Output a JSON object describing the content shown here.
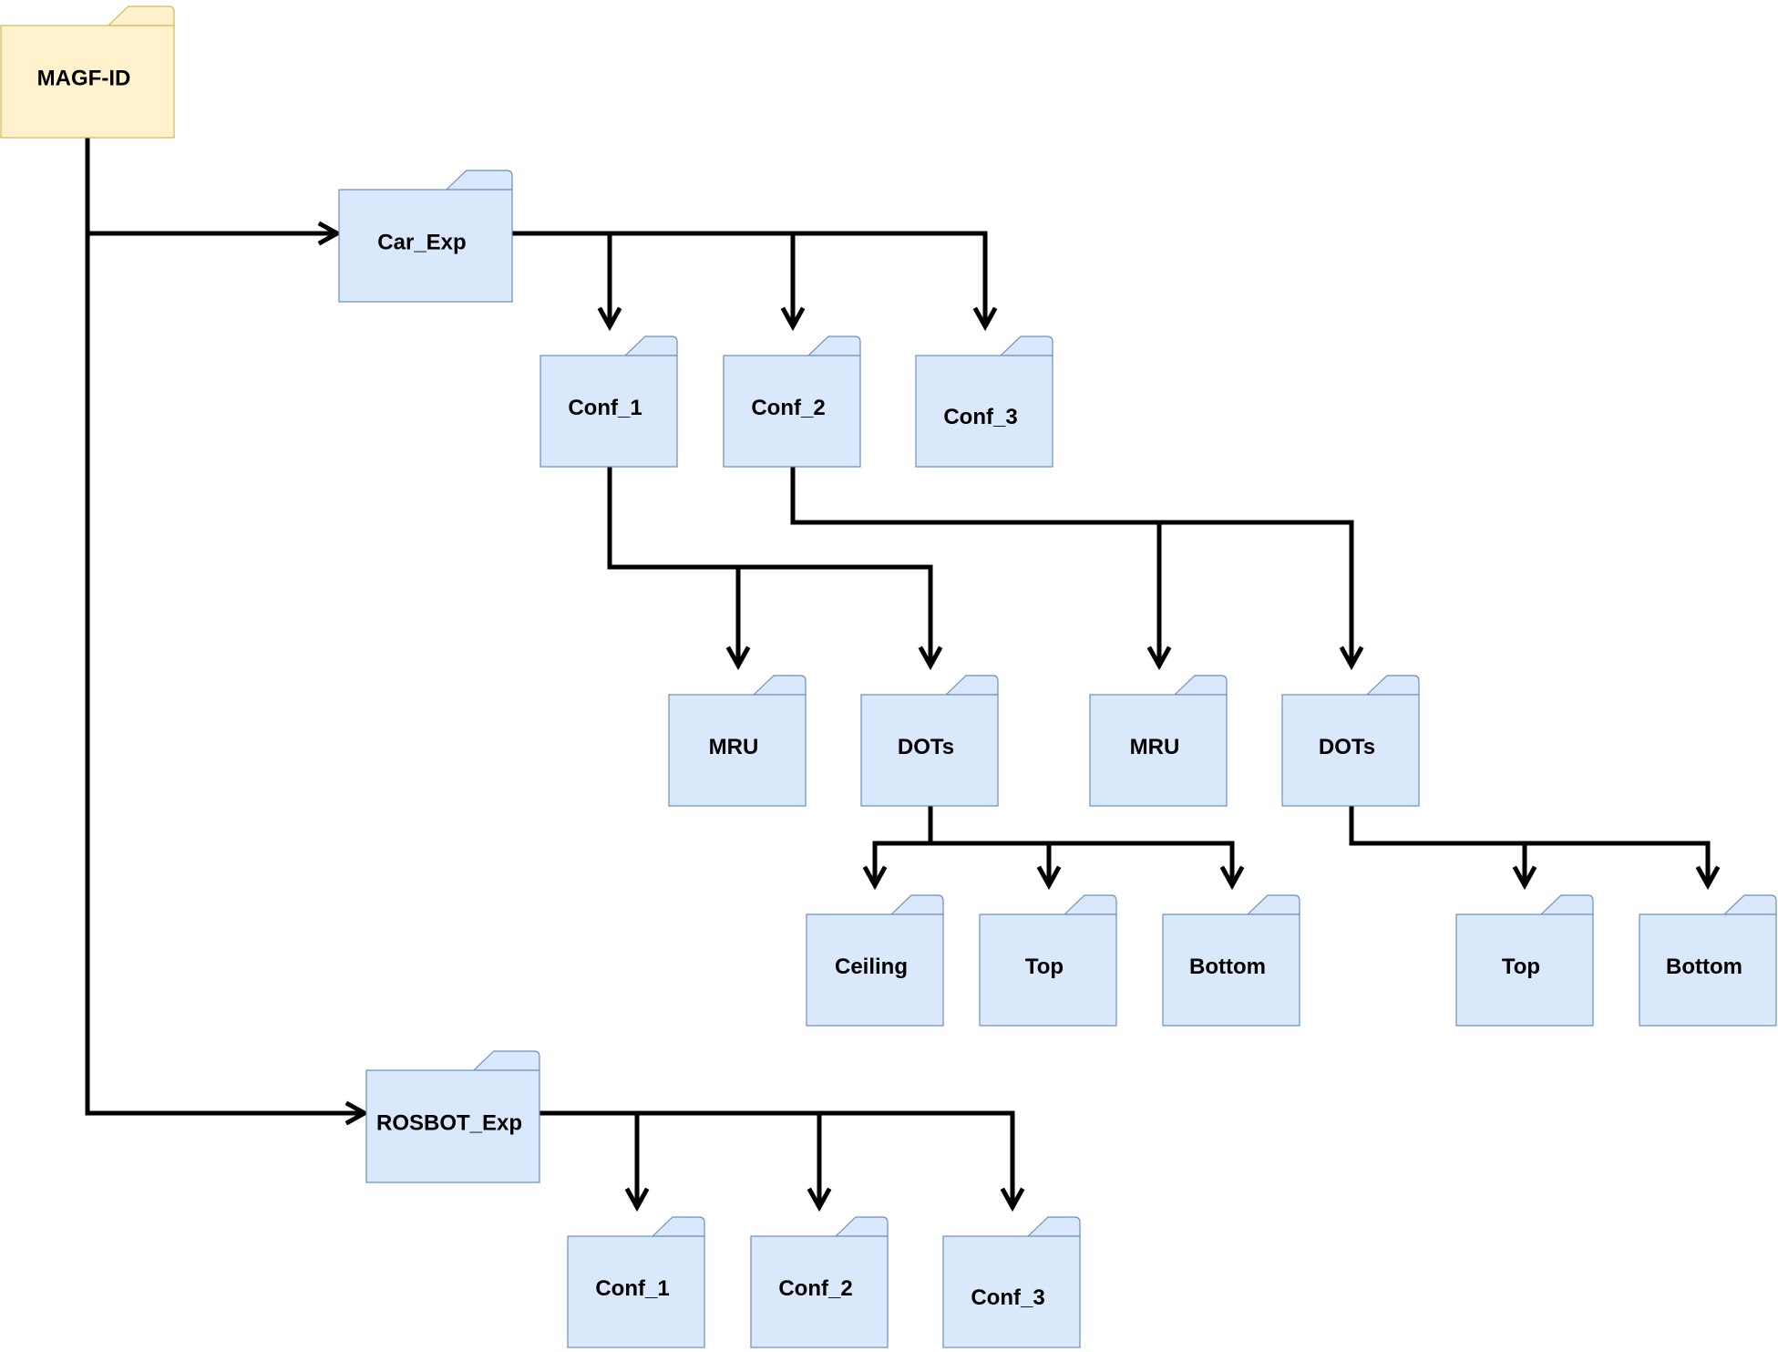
{
  "colors": {
    "root_fill": "#fff2cc",
    "root_stroke": "#d6b656",
    "node_fill": "#dae8fc",
    "node_stroke": "#6c8ebf",
    "edge": "#000000"
  },
  "nodes": [
    {
      "id": "magf-id",
      "label": "MAGF-ID",
      "root": true
    },
    {
      "id": "car-exp",
      "label": "Car_Exp"
    },
    {
      "id": "car-conf-1",
      "label": "Conf_1"
    },
    {
      "id": "car-conf-2",
      "label": "Conf_2"
    },
    {
      "id": "car-conf-3",
      "label": "Conf_3"
    },
    {
      "id": "conf1-mru",
      "label": "MRU"
    },
    {
      "id": "conf1-dots",
      "label": "DOTs"
    },
    {
      "id": "conf2-mru",
      "label": "MRU"
    },
    {
      "id": "conf2-dots",
      "label": "DOTs"
    },
    {
      "id": "conf1-dots-ceiling",
      "label": "Ceiling"
    },
    {
      "id": "conf1-dots-top",
      "label": "Top"
    },
    {
      "id": "conf1-dots-bottom",
      "label": "Bottom"
    },
    {
      "id": "conf2-dots-top",
      "label": "Top"
    },
    {
      "id": "conf2-dots-bottom",
      "label": "Bottom"
    },
    {
      "id": "rosbot-exp",
      "label": "ROSBOT_Exp"
    },
    {
      "id": "rosbot-conf-1",
      "label": "Conf_1"
    },
    {
      "id": "rosbot-conf-2",
      "label": "Conf_2"
    },
    {
      "id": "rosbot-conf-3",
      "label": "Conf_3"
    }
  ],
  "edges": [
    {
      "from": "magf-id",
      "to": "car-exp"
    },
    {
      "from": "magf-id",
      "to": "rosbot-exp"
    },
    {
      "from": "car-exp",
      "to": "car-conf-1"
    },
    {
      "from": "car-exp",
      "to": "car-conf-2"
    },
    {
      "from": "car-exp",
      "to": "car-conf-3"
    },
    {
      "from": "car-conf-1",
      "to": "conf1-mru"
    },
    {
      "from": "car-conf-1",
      "to": "conf1-dots"
    },
    {
      "from": "car-conf-2",
      "to": "conf2-mru"
    },
    {
      "from": "car-conf-2",
      "to": "conf2-dots"
    },
    {
      "from": "conf1-dots",
      "to": "conf1-dots-ceiling"
    },
    {
      "from": "conf1-dots",
      "to": "conf1-dots-top"
    },
    {
      "from": "conf1-dots",
      "to": "conf1-dots-bottom"
    },
    {
      "from": "conf2-dots",
      "to": "conf2-dots-top"
    },
    {
      "from": "conf2-dots",
      "to": "conf2-dots-bottom"
    },
    {
      "from": "rosbot-exp",
      "to": "rosbot-conf-1"
    },
    {
      "from": "rosbot-exp",
      "to": "rosbot-conf-2"
    },
    {
      "from": "rosbot-exp",
      "to": "rosbot-conf-3"
    }
  ]
}
